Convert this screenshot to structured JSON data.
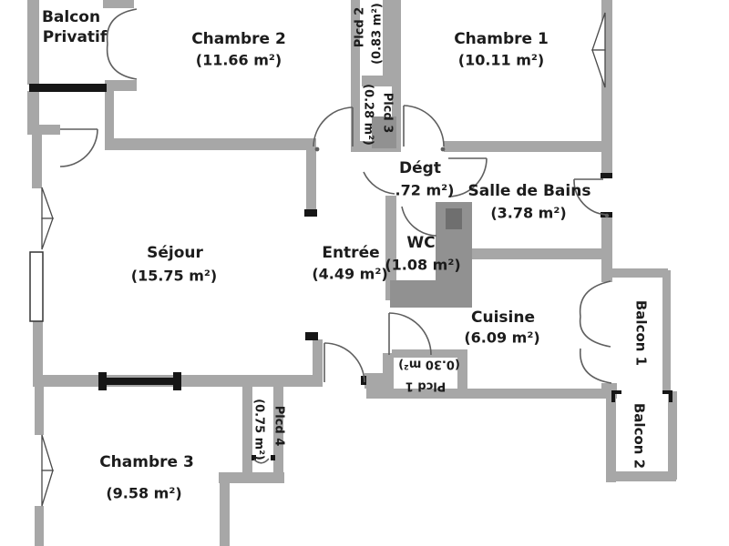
{
  "rooms": {
    "balcon_privatif": {
      "line1": "Balcon",
      "line2": "Privatif"
    },
    "chambre2": {
      "name": "Chambre 2",
      "area": "(11.66 m²)"
    },
    "chambre1": {
      "name": "Chambre 1",
      "area": "(10.11 m²)"
    },
    "plcd2": {
      "name": "Plcd 2",
      "area": "(0.83 m²)"
    },
    "plcd3": {
      "name": "Plcd 3",
      "area": "(0.28 m²)"
    },
    "degt": {
      "name": "Dégt",
      "area": ".72 m²)"
    },
    "salle_de_bains": {
      "name": "Salle de Bains",
      "area": "(3.78 m²)"
    },
    "sejour": {
      "name": "Séjour",
      "area": "(15.75 m²)"
    },
    "entree": {
      "name": "Entrée",
      "area": "(4.49 m²)"
    },
    "wc": {
      "name": "WC",
      "area": "(1.08 m²)"
    },
    "cuisine": {
      "name": "Cuisine",
      "area": "(6.09 m²)"
    },
    "plcd1": {
      "name": "Plcd 1",
      "area": "(0.30 m²)"
    },
    "plcd4": {
      "name": "Plcd 4",
      "area": "(0.75 m²)"
    },
    "chambre3": {
      "name": "Chambre 3",
      "area": "(9.58 m²)"
    },
    "balcon1": {
      "name": "Balcon 1"
    },
    "balcon2": {
      "name": "Balcon 2"
    }
  },
  "colors": {
    "wall": "#a7a7a7",
    "fixture": "#919191",
    "accent": "#161616",
    "background": "#ffffff"
  }
}
